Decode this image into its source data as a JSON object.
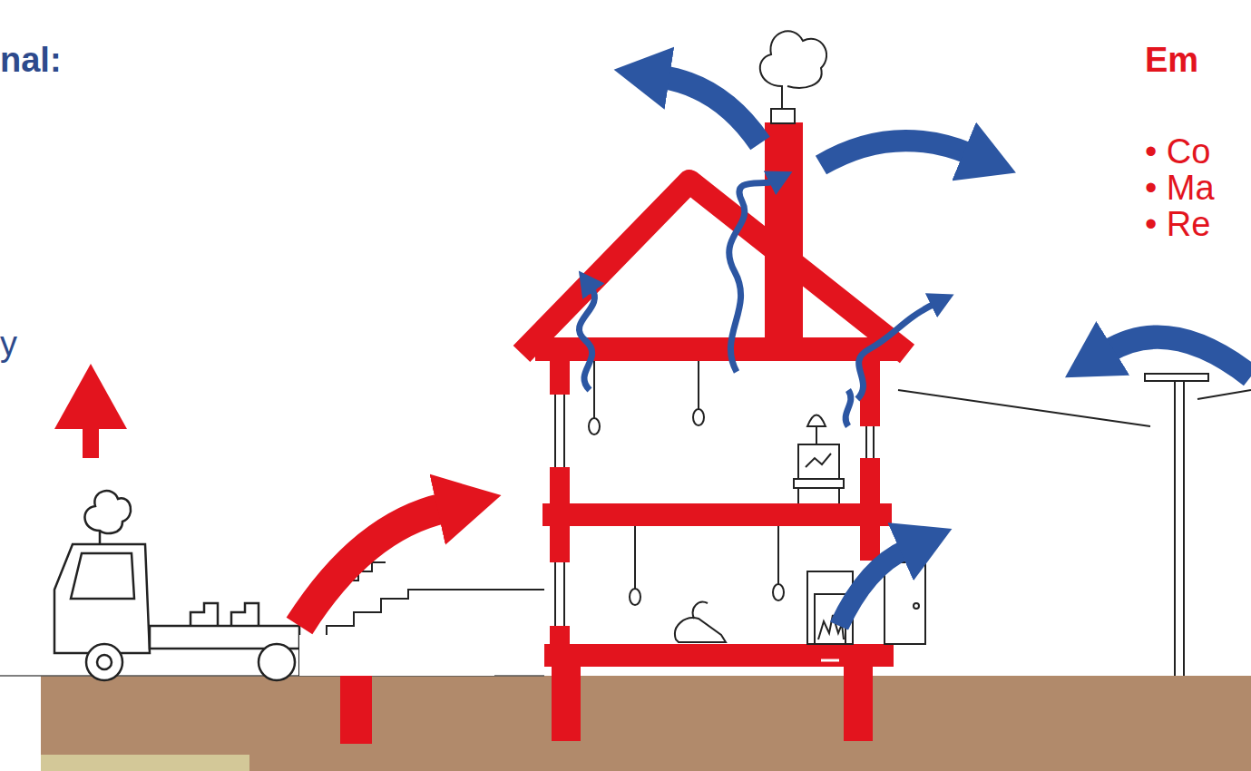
{
  "diagram": {
    "labels": [
      "nal:",
      "y",
      "Em",
      "• Co",
      "• Ma",
      "• Re"
    ]
  }
}
